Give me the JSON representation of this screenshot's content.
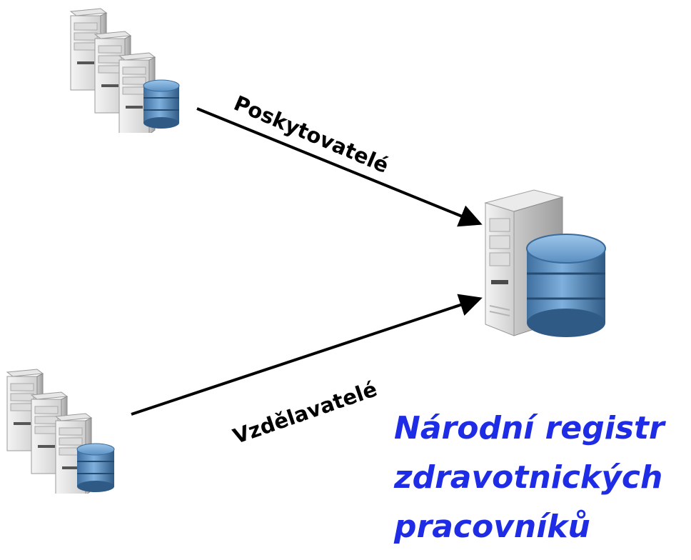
{
  "diagram": {
    "nodes": {
      "providers_servers": {
        "icon": "server-stack-icon"
      },
      "educators_servers": {
        "icon": "server-stack-icon"
      },
      "central_registry_server": {
        "icon": "database-server-icon"
      }
    },
    "edges": [
      {
        "from": "providers_servers",
        "to": "central_registry_server",
        "label": "Poskytovatelé"
      },
      {
        "from": "educators_servers",
        "to": "central_registry_server",
        "label": "Vzdělavatelé"
      }
    ],
    "title_lines": [
      "Národní registr",
      "zdravotnických",
      "pracovníků"
    ]
  },
  "colors": {
    "title": "#1f2ce6",
    "arrow": "#000000",
    "database": "#4a7fb8"
  }
}
